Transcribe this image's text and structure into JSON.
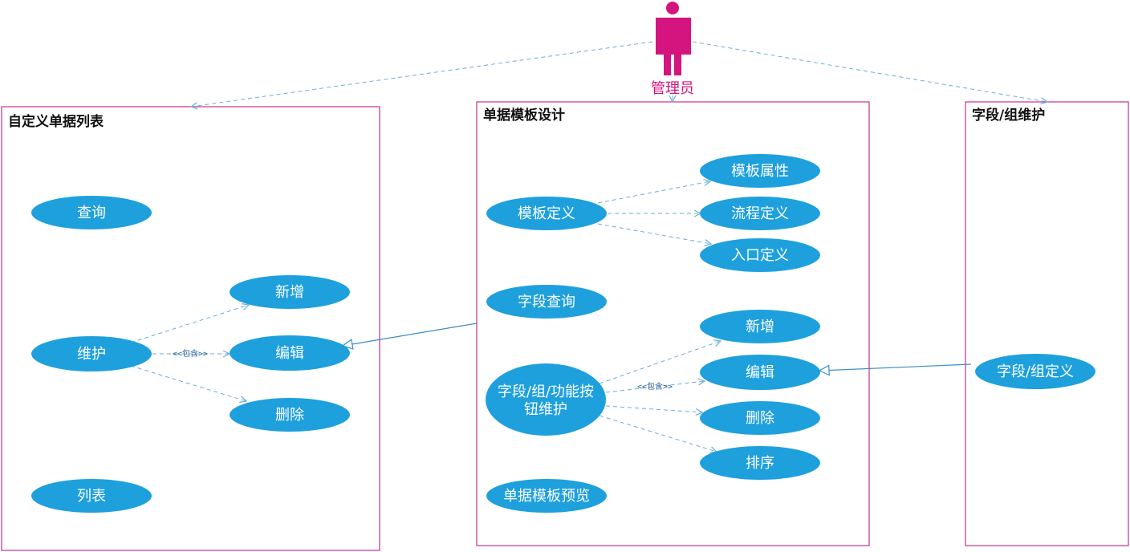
{
  "actor": {
    "label": "管理员"
  },
  "boxes": {
    "list": {
      "title": "自定义单据列表"
    },
    "design": {
      "title": "单据模板设计"
    },
    "field": {
      "title": "字段/组维护"
    }
  },
  "use_cases": {
    "query": "查询",
    "maintain": "维护",
    "add1": "新增",
    "edit1": "编辑",
    "delete1": "删除",
    "list": "列表",
    "tpl_def": "模板定义",
    "tpl_attr": "模板属性",
    "flow_def": "流程定义",
    "entry_def": "入口定义",
    "field_query": "字段查询",
    "field_maint_l1": "字段/组/功能按",
    "field_maint_l2": "钮维护",
    "add2": "新增",
    "edit2": "编辑",
    "delete2": "删除",
    "sort": "排序",
    "preview": "单据模板预览",
    "group_def": "字段/组定义"
  },
  "relations": {
    "include_label": "<<包含>>"
  },
  "colors": {
    "use_case_fill": "#1ea0dd",
    "box_border": "#c2328e",
    "actor": "#d4147f",
    "dashed_line": "#6aaed6",
    "solid_line": "#3a8cc8"
  }
}
